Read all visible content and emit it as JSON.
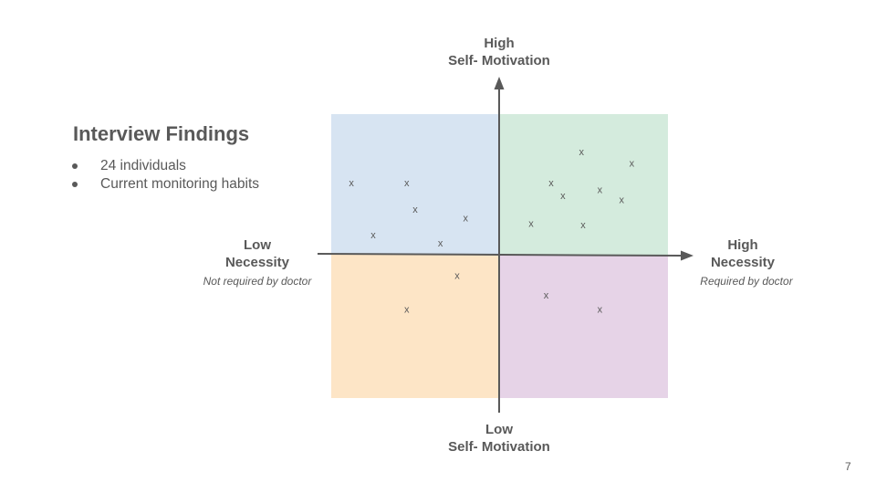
{
  "slide": {
    "title": "Interview Findings",
    "bullets": [
      "24 individuals",
      "Current monitoring habits"
    ],
    "page_number": "7"
  },
  "axes": {
    "top": {
      "line1": "High",
      "line2": "Self- Motivation"
    },
    "bottom": {
      "line1": "Low",
      "line2": "Self- Motivation"
    },
    "left": {
      "line1": "Low",
      "line2": "Necessity",
      "note": "Not required by doctor"
    },
    "right": {
      "line1": "High",
      "line2": "Necessity",
      "note": "Required by doctor"
    }
  },
  "colors": {
    "top_left": "#d7e4f2",
    "top_right": "#d4ebdd",
    "bottom_left": "#fde5c6",
    "bottom_right": "#e6d3e7",
    "axis": "#595959",
    "text": "#595959"
  },
  "chart_data": {
    "type": "scatter",
    "marker": "x",
    "xlim": [
      -10,
      10
    ],
    "ylim": [
      -10,
      10
    ],
    "points": [
      {
        "x": -8.8,
        "y": 5.1
      },
      {
        "x": -5.5,
        "y": 5.1
      },
      {
        "x": -5.0,
        "y": 3.2
      },
      {
        "x": -2.0,
        "y": 2.6
      },
      {
        "x": -7.5,
        "y": 1.4
      },
      {
        "x": -3.5,
        "y": 0.8
      },
      {
        "x": 4.9,
        "y": 7.3
      },
      {
        "x": 7.9,
        "y": 6.5
      },
      {
        "x": 3.1,
        "y": 5.1
      },
      {
        "x": 3.8,
        "y": 4.2
      },
      {
        "x": 6.0,
        "y": 4.6
      },
      {
        "x": 7.3,
        "y": 3.9
      },
      {
        "x": 1.9,
        "y": 2.2
      },
      {
        "x": 5.0,
        "y": 2.1
      },
      {
        "x": -2.5,
        "y": -1.5
      },
      {
        "x": -5.5,
        "y": -3.9
      },
      {
        "x": 2.8,
        "y": -2.9
      },
      {
        "x": 6.0,
        "y": -3.9
      }
    ]
  }
}
